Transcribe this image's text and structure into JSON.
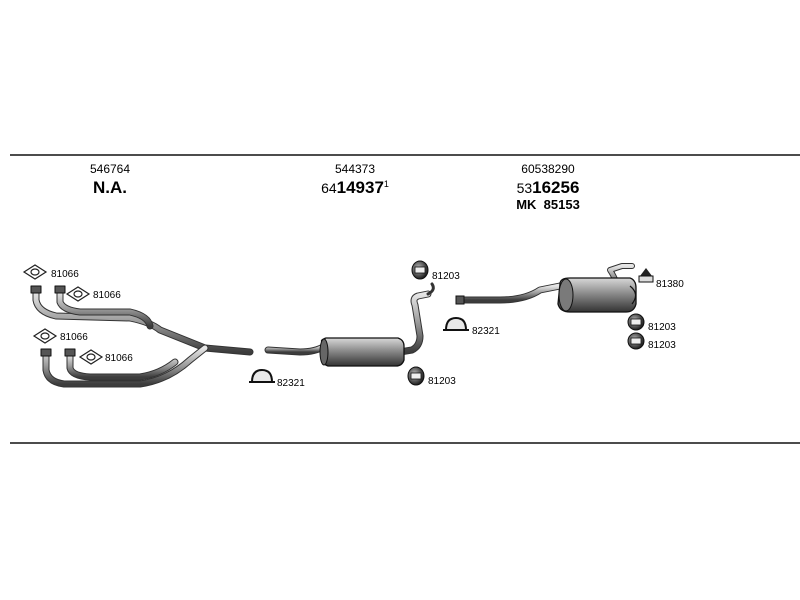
{
  "header_columns": [
    {
      "oe_number": "546764",
      "part_prefix": "",
      "part_number": "N.A.",
      "part_suffix": "",
      "alt_number": ""
    },
    {
      "oe_number": "544373",
      "part_prefix": "64",
      "part_number": "14937",
      "part_suffix": "1",
      "alt_number": ""
    },
    {
      "oe_number": "60538290",
      "part_prefix": "53",
      "part_number": "16256",
      "part_suffix": "",
      "alt_number": "MK  85153"
    }
  ],
  "parts": {
    "gasket_top_left": "81066",
    "gasket_upper_pipe": "81066",
    "gasket_lower_left": "81066",
    "gasket_lower_pipe": "81066",
    "clamp_front": "82321",
    "rubber_mid_top": "81203",
    "clamp_mid": "82321",
    "rubber_mid_bottom": "81203",
    "hanger_rear": "81380",
    "rubber_rear_1": "81203",
    "rubber_rear_2": "81203"
  },
  "colors": {
    "line": "#111111",
    "metal": "#8a8a8a",
    "metal_dark": "#4a4a4a"
  }
}
